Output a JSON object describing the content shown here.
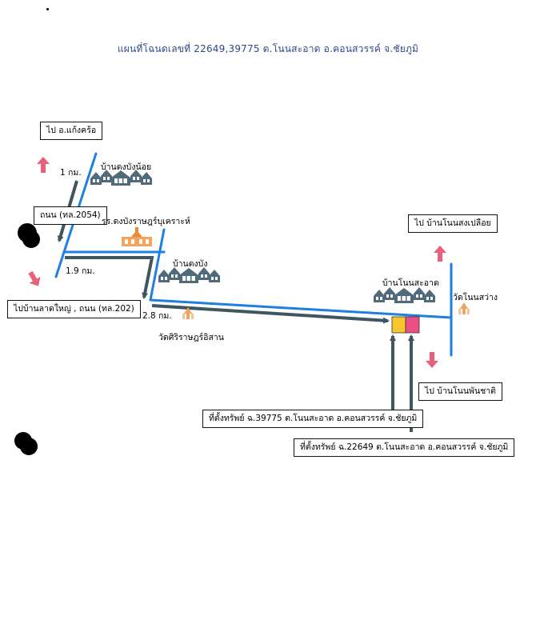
{
  "title": "แผนที่โฉนดเลขที่ 22649,39775 ต.โนนสะอาด อ.คอนสวรรค์ จ.ชัยภูมิ",
  "labels": {
    "to_kaeng_khro": "ไป อ.แก้งคร้อ",
    "dist_1km": "1 กม.",
    "ban_dong_bang_noi": "บ้านดงบังน้อย",
    "road_2054": "ถนน (ทล.2054)",
    "school": "รร.ดงบังราษฎร์บุเคราะห์",
    "dist_19km": "1.9 กม.",
    "ban_dong_bang": "บ้านดงบัง",
    "to_ban_lat_yai": "ไปบ้านลาดใหญ่ , ถนน (ทล.202)",
    "dist_28km": "2.8 กม.",
    "wat_sri_rat": "วัดศิริราษฎร์อิสาน",
    "to_ban_non_song_pluai": "ไป บ้านโนนสงเปลือย",
    "ban_non_sa_at": "บ้านโนนสะอาด",
    "wat_non_sawang": "วัดโนนสว่าง",
    "to_ban_non_phan_chat": "ไป บ้านโนนพันชาติ",
    "site_39775": "ที่ตั้งทรัพย์ ฉ.39775 ต.โนนสะอาด อ.คอนสวรรค์ จ.ชัยภูมิ",
    "site_22649": "ที่ตั้งทรัพย์ ฉ.22649 ต.โนนสะอาด อ.คอนสวรรค์ จ.ชัยภูมิ"
  },
  "colors": {
    "road": "#1e7fe0",
    "arrow": "#3f5560",
    "pink_arrow": "#e8607a",
    "orange_arrow": "#f2a35c",
    "house": "#4f6a78",
    "plot_39775": "#f7c62f",
    "plot_22649": "#ec4f86"
  },
  "icons": [
    "house-icon",
    "school-icon",
    "temple-icon",
    "direction-arrow-icon"
  ]
}
